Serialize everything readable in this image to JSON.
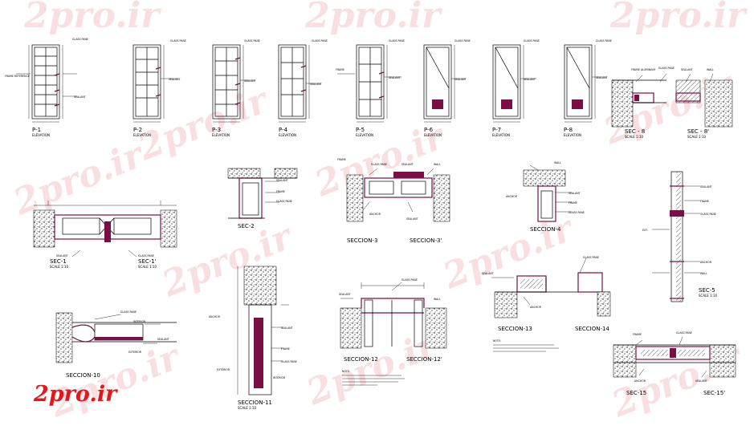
{
  "watermark": "2pro.ir",
  "brand_logo": "2pro.ir",
  "elevation_tag": "ELEVATION",
  "scale_tag": "SCALE 1:10",
  "panels": [
    {
      "id": "P-1",
      "sub": "ELEVATION"
    },
    {
      "id": "P-2",
      "sub": "ELEVATION"
    },
    {
      "id": "P-3",
      "sub": "ELEVATION"
    },
    {
      "id": "P-4",
      "sub": "ELEVATION"
    },
    {
      "id": "P-5",
      "sub": "ELEVATION"
    },
    {
      "id": "P-6",
      "sub": "ELEVATION"
    },
    {
      "id": "P-7",
      "sub": "ELEVATION"
    },
    {
      "id": "P-8",
      "sub": "ELEVATION"
    }
  ],
  "sections": {
    "sec8": "SEC - 8",
    "sec8p": "SEC - 8'",
    "sec1": "SEC-1",
    "sec1p": "SEC-1'",
    "sec2": "SEC-2",
    "sec3": "SECCION-3",
    "sec3p": "SECCION-3'",
    "sec4": "SECCION-4",
    "sec5": "SEC-5",
    "sec10": "SECCION-10",
    "sec11": "SECCION-11",
    "sec12": "SECCION-12",
    "sec12p": "SECCION-12'",
    "sec13": "SECCION-13",
    "sec14": "SECCION-14",
    "sec15": "SEC-15",
    "sec15p": "SEC-15'"
  },
  "annotations": {
    "exterior": "EXTERIOR",
    "interior": "INTERIOR",
    "notes_title": "NOTE:"
  }
}
